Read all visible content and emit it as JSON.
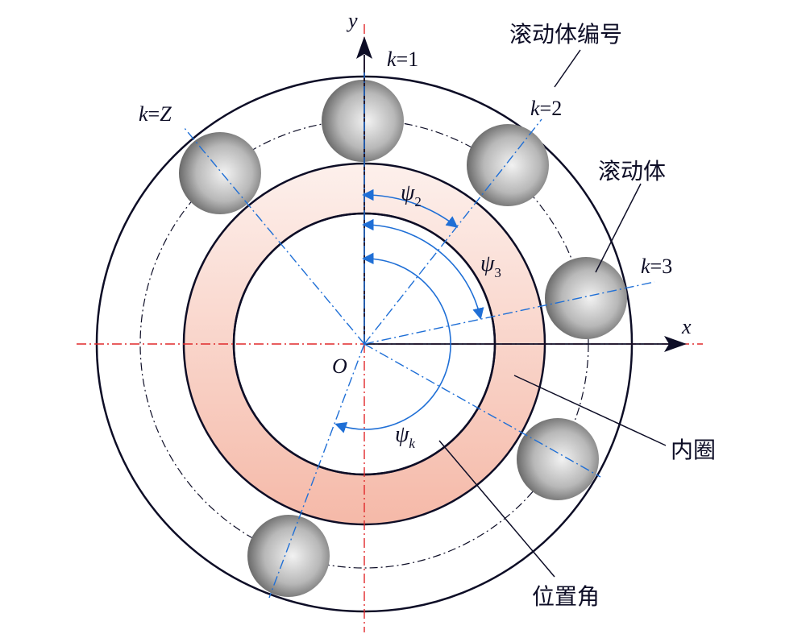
{
  "axes": {
    "x_label": "x",
    "y_label": "y",
    "origin_label": "O"
  },
  "ball_labels": {
    "k1": {
      "var": "k",
      "rest": "=1"
    },
    "k2": {
      "var": "k",
      "rest": "=2"
    },
    "k3": {
      "var": "k",
      "rest": "=3"
    },
    "kZ": {
      "var": "k",
      "mid": "=",
      "last": "Z"
    }
  },
  "angle_labels": {
    "psi2": {
      "sym": "ψ",
      "sub": "2"
    },
    "psi3": {
      "sym": "ψ",
      "sub": "3"
    },
    "psik": {
      "sym": "ψ",
      "sub": "k"
    }
  },
  "callouts": {
    "ball_number": "滚动体编号",
    "rolling_element": "滚动体",
    "inner_ring": "内圈",
    "position_angle": "位置角"
  },
  "colors": {
    "ring_outline": "#0d0d26",
    "axis_red": "#e0282a",
    "dash_blue": "#1f6fd6",
    "arrow_blue": "#1f6fd6",
    "inner_ring_top": "#fdf0ec",
    "inner_ring_bottom": "#f5b9a8",
    "ball_light": "#f2f2f2",
    "ball_dark": "#505050"
  }
}
